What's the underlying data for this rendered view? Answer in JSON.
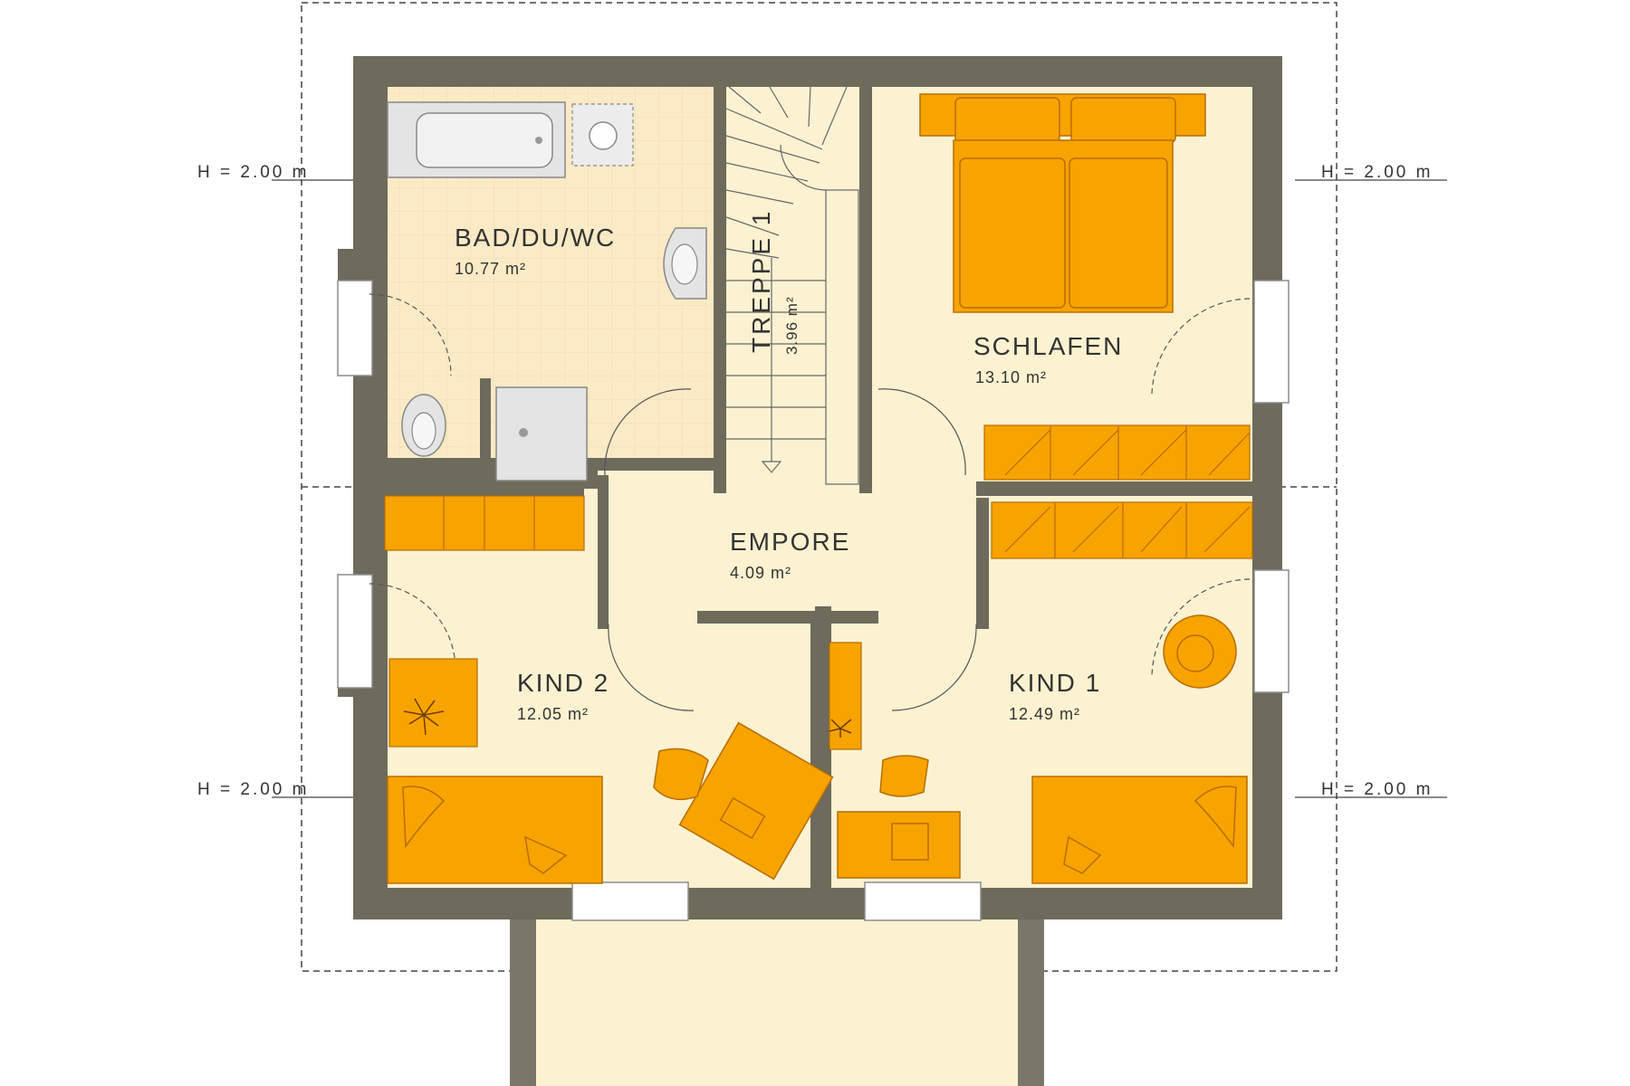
{
  "colors": {
    "wall": "#6e6a5c",
    "floor": "#fcf2d2",
    "bath_floor": "#fbeac6",
    "furniture": "#f7a300",
    "furniture_line": "#b86d00",
    "fixture": "#e2e2e2",
    "dash": "#444444",
    "text": "#333333"
  },
  "rooms": {
    "bath": {
      "name": "BAD/DU/WC",
      "area": "10.77 m²"
    },
    "stairs": {
      "name": "TREPPE 1",
      "area": "3.96 m²"
    },
    "bedroom": {
      "name": "SCHLAFEN",
      "area": "13.10 m²"
    },
    "gallery": {
      "name": "EMPORE",
      "area": "4.09 m²"
    },
    "child2": {
      "name": "KIND 2",
      "area": "12.05 m²"
    },
    "child1": {
      "name": "KIND 1",
      "area": "12.49 m²"
    }
  },
  "heights": {
    "top_left": "H = 2.00 m",
    "top_right": "H = 2.00 m",
    "bottom_left": "H = 2.00 m",
    "bottom_right": "H = 2.00 m"
  },
  "icons": {
    "bed": "double-bed-icon",
    "bathtub": "bathtub-icon",
    "shower": "shower-tray-icon",
    "toilet": "toilet-icon",
    "sink": "washbasin-icon",
    "desk": "desk-icon",
    "chair": "office-chair-icon",
    "plant": "plant-icon",
    "sofa": "daybed-icon",
    "armchair": "armchair-icon",
    "wardrobe": "wardrobe-icon"
  }
}
